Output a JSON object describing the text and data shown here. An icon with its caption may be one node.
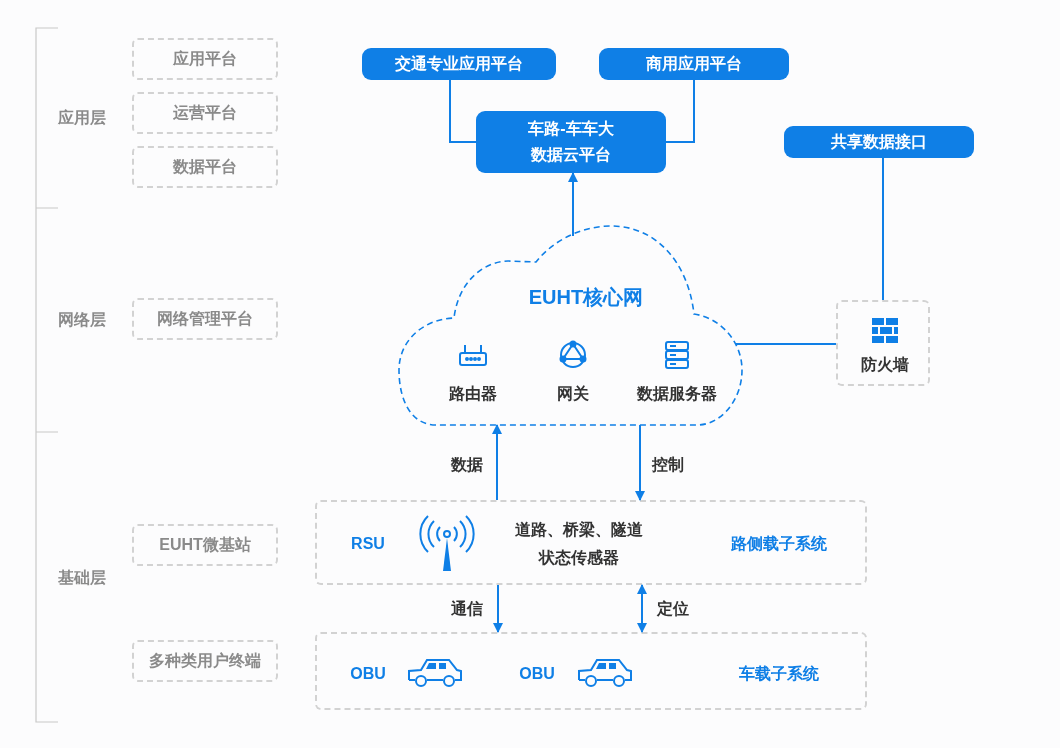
{
  "diagram": {
    "nodes": [
      {
        "text": [
          "应用平台"
        ]
      },
      {
        "text": [
          "运营平台"
        ]
      },
      {
        "text": [
          "数据平台"
        ]
      },
      {
        "text": [
          "网络管理平台"
        ]
      },
      {
        "text": [
          "EUHT微基站"
        ]
      },
      {
        "text": [
          "多种类用户终端"
        ]
      },
      {
        "text": [
          "交通专业应用平台"
        ]
      },
      {
        "text": [
          "商用应用平台"
        ]
      },
      {
        "text": [
          "车路-车车大数据云平台"
        ]
      },
      {
        "text": [
          "共享数据接口"
        ]
      },
      {
        "text": [
          "EUHT核心网"
        ]
      },
      {
        "text": [
          "路由器"
        ],
        "in": 10
      },
      {
        "text": [
          "网关"
        ],
        "in": 10
      },
      {
        "text": [
          "数据服务器"
        ],
        "in": 10
      },
      {
        "text": [
          "防火墙"
        ]
      },
      {
        "text": [
          "RSU",
          "道路、桥梁、隧道状态传感器",
          "路侧载子系统"
        ]
      },
      {
        "text": [
          "OBU",
          "OBU",
          "车载子系统"
        ]
      }
    ],
    "edges": [
      {
        "from": 6,
        "to": 8,
        "arrow": "none"
      },
      {
        "from": 7,
        "to": 8,
        "arrow": "none"
      },
      {
        "from": 10,
        "to": 8,
        "arrow": "to"
      },
      {
        "from": 9,
        "to": 14,
        "arrow": "none"
      },
      {
        "from": 10,
        "to": 14,
        "arrow": "none"
      },
      {
        "from": 15,
        "to": 10,
        "arrow": "to",
        "label": "数据"
      },
      {
        "from": 10,
        "to": 15,
        "arrow": "to",
        "label": "控制"
      },
      {
        "from": 15,
        "to": 16,
        "arrow": "to",
        "label": "通信"
      },
      {
        "from": 15,
        "to": 16,
        "arrow": "both",
        "label": "定位"
      }
    ],
    "labels": [
      "应用层",
      "网络层",
      "基础层"
    ]
  }
}
